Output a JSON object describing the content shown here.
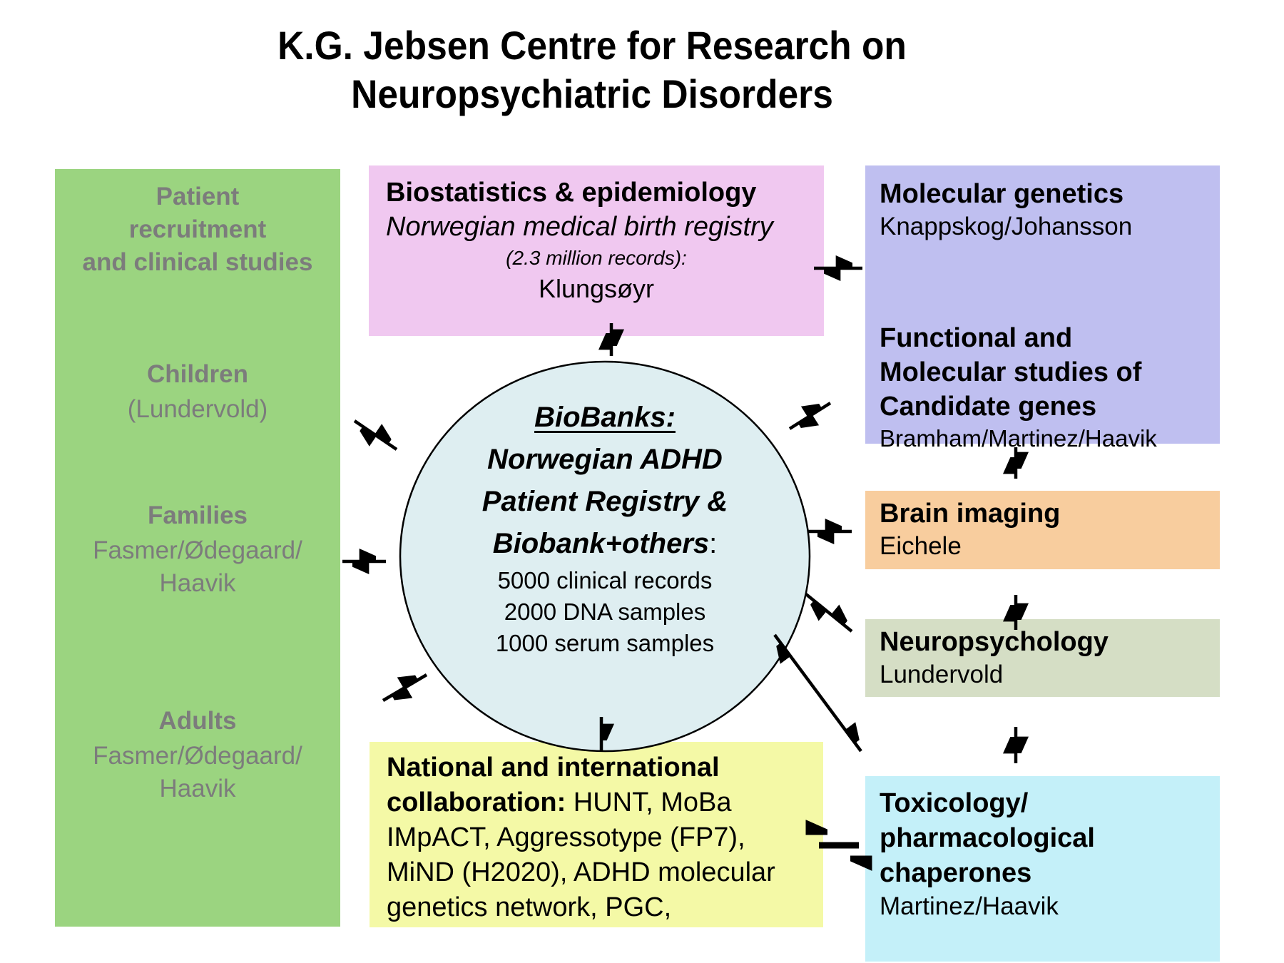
{
  "title": {
    "line1": "K.G. Jebsen Centre for Research on",
    "line2": "Neuropsychiatric Disorders"
  },
  "colors": {
    "recruitment_green": "#9BD480",
    "recruitment_text_gray": "#7C7C7C",
    "biostatistics_pink": "#F0C8F0",
    "genetics_purple": "#BFBFF0",
    "biobank_ellipse_fill": "#DEEEF1",
    "brain_imaging_orange": "#F8CD9E",
    "neuropsychology_sage": "#D5DEC5",
    "collaboration_yellow": "#F4F9A6",
    "toxicology_cyan": "#C4F0F9",
    "arrow_black": "#000000"
  },
  "patient_recruitment": {
    "header_line1": "Patient",
    "header_line2": "recruitment",
    "header_line3": "and clinical studies",
    "children": {
      "title": "Children",
      "sub": "(Lundervold)"
    },
    "families": {
      "title": "Families",
      "sub_line1": "Fasmer/Ødegaard/",
      "sub_line2": "Haavik"
    },
    "adults": {
      "title": "Adults",
      "sub_line1": "Fasmer/Ødegaard/",
      "sub_line2": "Haavik"
    }
  },
  "biostatistics": {
    "title": "Biostatistics & epidemiology",
    "subtitle": "Norwegian medical birth registry",
    "records": "(2.3 million records):",
    "person": "Klungsøyr"
  },
  "molecular_genetics": {
    "title": "Molecular genetics",
    "people": "Knappskog/Johansson"
  },
  "functional_studies": {
    "title": "Functional and Molecular studies of Candidate genes",
    "people": "Bramham/Martinez/Haavik"
  },
  "biobanks": {
    "heading": "BioBanks:",
    "line1": "Norwegian ADHD",
    "line2": "Patient Registry &",
    "line3_bold": "Biobank+others",
    "line3_suffix": ":",
    "stat1": "5000 clinical records",
    "stat2": "2000 DNA samples",
    "stat3": "1000 serum samples"
  },
  "brain_imaging": {
    "title": "Brain imaging",
    "person": "Eichele"
  },
  "neuropsychology": {
    "title": "Neuropsychology",
    "person": "Lundervold"
  },
  "collaboration": {
    "title_bold": "National and international collaboration:",
    "text": " HUNT, MoBa IMpACT, Aggressotype (FP7), MiND (H2020), ADHD molecular genetics network, PGC,"
  },
  "toxicology": {
    "title": "Toxicology/ pharmacological chaperones",
    "person": "Martinez/Haavik"
  }
}
